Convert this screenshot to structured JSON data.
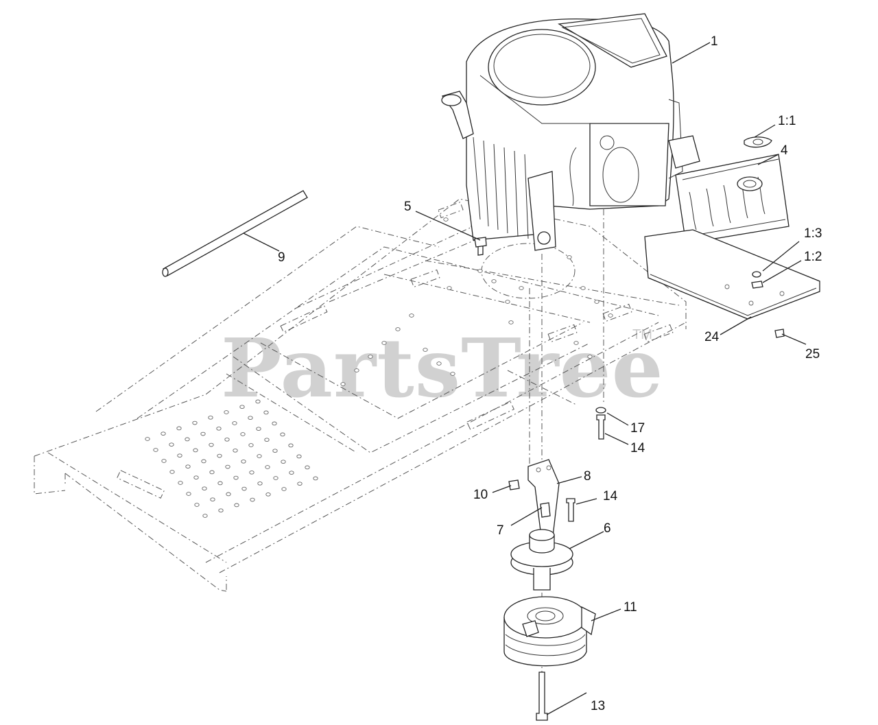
{
  "watermark": {
    "text": "PartsTree",
    "trademark": "TM"
  },
  "callouts": [
    {
      "id": "1",
      "label": "1"
    },
    {
      "id": "1-1",
      "label": "1:1"
    },
    {
      "id": "4",
      "label": "4"
    },
    {
      "id": "1-3",
      "label": "1:3"
    },
    {
      "id": "1-2",
      "label": "1:2"
    },
    {
      "id": "5",
      "label": "5"
    },
    {
      "id": "9",
      "label": "9"
    },
    {
      "id": "24",
      "label": "24"
    },
    {
      "id": "25",
      "label": "25"
    },
    {
      "id": "17",
      "label": "17"
    },
    {
      "id": "14a",
      "label": "14"
    },
    {
      "id": "8",
      "label": "8"
    },
    {
      "id": "10",
      "label": "10"
    },
    {
      "id": "14b",
      "label": "14"
    },
    {
      "id": "7",
      "label": "7"
    },
    {
      "id": "6",
      "label": "6"
    },
    {
      "id": "11",
      "label": "11"
    },
    {
      "id": "13",
      "label": "13"
    }
  ],
  "colors": {
    "line": "#222222",
    "watermark": "#c9c9c9",
    "background": "#ffffff"
  }
}
